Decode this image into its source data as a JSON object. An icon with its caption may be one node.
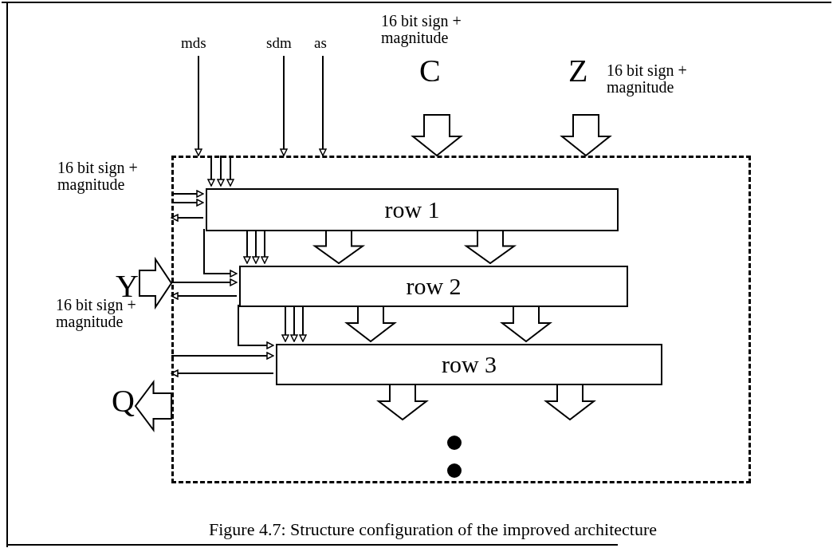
{
  "diagram": {
    "caption": "Figure 4.7: Structure configuration of the improved architecture",
    "nodes": [
      {
        "text": [],
        "shape": "box"
      },
      {
        "text": [
          "row 1"
        ],
        "in": 0
      },
      {
        "text": [
          "row 2"
        ],
        "in": 0
      },
      {
        "text": [
          "row 3"
        ],
        "in": 0
      },
      {
        "text": [],
        "shape": "circle",
        "in": 0
      },
      {
        "text": [],
        "shape": "circle",
        "in": 0
      },
      {
        "text": [
          "mds"
        ]
      },
      {
        "text": [
          "sdm"
        ]
      },
      {
        "text": [
          "as"
        ]
      },
      {
        "text": [
          "C"
        ],
        "beside": [
          "16 bit sign + magnitude"
        ]
      },
      {
        "text": [
          "Z"
        ],
        "beside": [
          "16 bit sign + magnitude"
        ]
      },
      {
        "text": [
          "Y"
        ]
      },
      {
        "text": [
          "Q"
        ]
      }
    ],
    "labels": [
      "16 bit sign + magnitude",
      "16 bit sign + magnitude"
    ],
    "edges": [
      {
        "from": 6,
        "to": 0,
        "arrow": "to"
      },
      {
        "from": 7,
        "to": 0,
        "arrow": "to"
      },
      {
        "from": 8,
        "to": 0,
        "arrow": "to"
      },
      {
        "from": 9,
        "to": 0,
        "arrow": "to",
        "style": "thick"
      },
      {
        "from": 10,
        "to": 0,
        "arrow": "to",
        "style": "thick"
      },
      {
        "from": 11,
        "to": 0,
        "arrow": "to",
        "style": "thick"
      },
      {
        "from": 0,
        "to": 12,
        "arrow": "to",
        "style": "thick"
      },
      {
        "from": 0,
        "to": 1,
        "arrow": "to"
      },
      {
        "from": 0,
        "to": 1,
        "arrow": "to"
      },
      {
        "from": 0,
        "to": 1,
        "arrow": "to"
      },
      {
        "from": 0,
        "to": 1,
        "arrow": "to"
      },
      {
        "from": 0,
        "to": 1,
        "arrow": "to"
      },
      {
        "from": 1,
        "to": 0,
        "arrow": "to"
      },
      {
        "from": 1,
        "to": 2,
        "arrow": "to",
        "style": "thick"
      },
      {
        "from": 1,
        "to": 2,
        "arrow": "to",
        "style": "thick"
      },
      {
        "from": 1,
        "to": 2,
        "arrow": "to"
      },
      {
        "from": 1,
        "to": 2,
        "arrow": "to"
      },
      {
        "from": 1,
        "to": 2,
        "arrow": "to"
      },
      {
        "from": 1,
        "to": 2,
        "arrow": "to"
      },
      {
        "from": 0,
        "to": 2,
        "arrow": "to"
      },
      {
        "from": 2,
        "to": 0,
        "arrow": "to"
      },
      {
        "from": 2,
        "to": 3,
        "arrow": "to",
        "style": "thick"
      },
      {
        "from": 2,
        "to": 3,
        "arrow": "to",
        "style": "thick"
      },
      {
        "from": 2,
        "to": 3,
        "arrow": "to"
      },
      {
        "from": 2,
        "to": 3,
        "arrow": "to"
      },
      {
        "from": 2,
        "to": 3,
        "arrow": "to"
      },
      {
        "from": 2,
        "to": 3,
        "arrow": "to"
      },
      {
        "from": 0,
        "to": 3,
        "arrow": "to"
      },
      {
        "from": 3,
        "to": 0,
        "arrow": "to"
      },
      {
        "from": 3,
        "to": null,
        "arrow": "to",
        "style": "thick"
      },
      {
        "from": 3,
        "to": null,
        "arrow": "to",
        "style": "thick"
      }
    ]
  }
}
